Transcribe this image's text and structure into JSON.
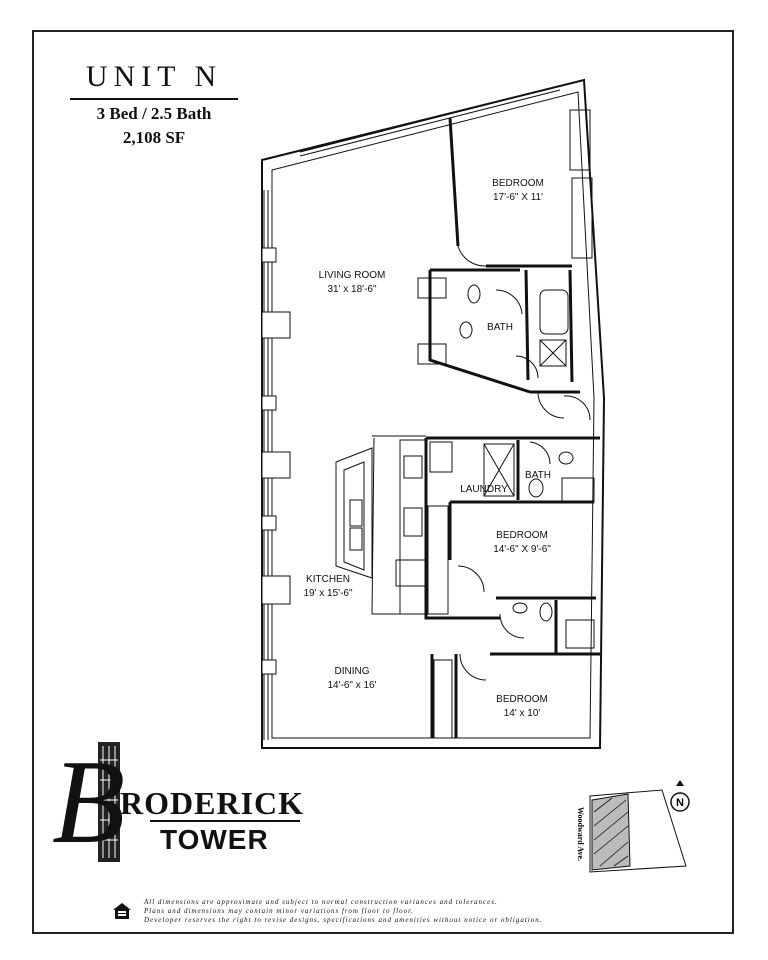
{
  "header": {
    "unit": "UNIT N",
    "beds_baths": "3 Bed / 2.5 Bath",
    "area": "2,108 SF"
  },
  "rooms": {
    "bedroom_1": {
      "name": "BEDROOM",
      "size": "17'-6\" X 11'"
    },
    "living": {
      "name": "LIVING ROOM",
      "size": "31' x 18'-6\""
    },
    "bath_1": {
      "name": "BATH"
    },
    "bath_2": {
      "name": "BATH"
    },
    "laundry": {
      "name": "LAUNDRY"
    },
    "bedroom_2": {
      "name": "BEDROOM",
      "size": "14'-6\" X 9'-6\""
    },
    "kitchen": {
      "name": "KITCHEN",
      "size": "19' x 15'-6\""
    },
    "dining": {
      "name": "DINING",
      "size": "14'-6\" x 16'"
    },
    "bedroom_3": {
      "name": "BEDROOM",
      "size": "14' x 10'"
    }
  },
  "logo": {
    "initial": "B",
    "rest": "RODERICK",
    "line2": "TOWER"
  },
  "keyplan": {
    "street": "Woodward Ave.",
    "north": "N"
  },
  "disclaimer": {
    "line1": "All dimensions are approximate and subject to normal construction variances and tolerances.",
    "line2": "Plans and dimensions may contain minor variations from floor to floor.",
    "line3": "Developer reserves the right to revise designs, specifications and amenities without notice or obligation."
  }
}
